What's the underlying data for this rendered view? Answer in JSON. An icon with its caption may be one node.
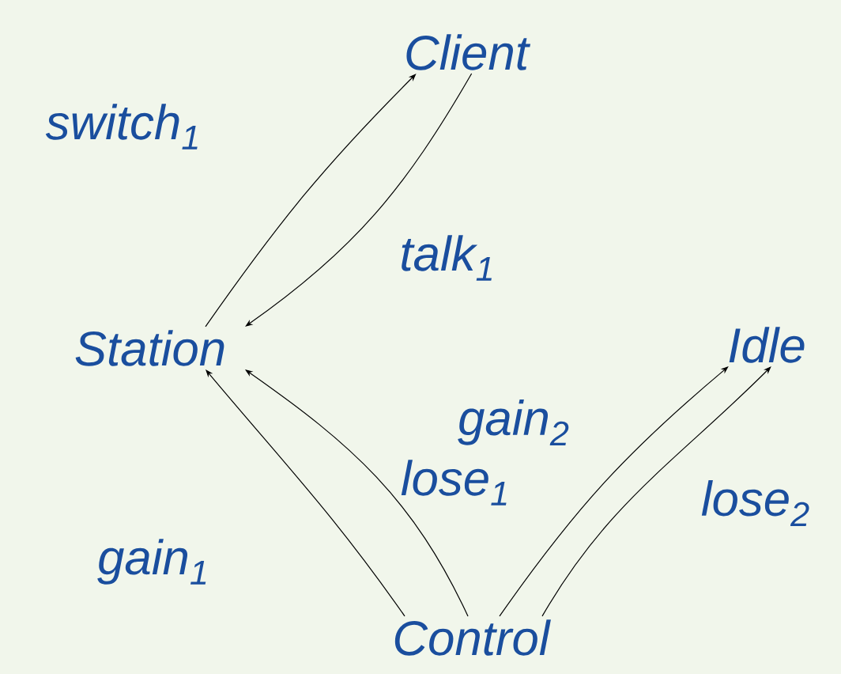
{
  "diagram": {
    "nodes": [
      {
        "text": [
          "Client"
        ]
      },
      {
        "text": [
          "Station"
        ]
      },
      {
        "text": [
          "Idle"
        ]
      },
      {
        "text": [
          "Control"
        ]
      }
    ],
    "edges": [
      {
        "from": 1,
        "to": 0,
        "arrow": "to",
        "label": "switch$_{1}$"
      },
      {
        "from": 0,
        "to": 1,
        "arrow": "to",
        "label": "talk$_{1}$"
      },
      {
        "from": 3,
        "to": 1,
        "arrow": "to",
        "label": "gain$_{1}$"
      },
      {
        "from": 3,
        "to": 1,
        "arrow": "to",
        "label": "lose$_{1}$"
      },
      {
        "from": 3,
        "to": 2,
        "arrow": "to",
        "label": "gain$_{2}$"
      },
      {
        "from": 3,
        "to": 2,
        "arrow": "to",
        "label": "lose$_{2}$"
      }
    ]
  }
}
